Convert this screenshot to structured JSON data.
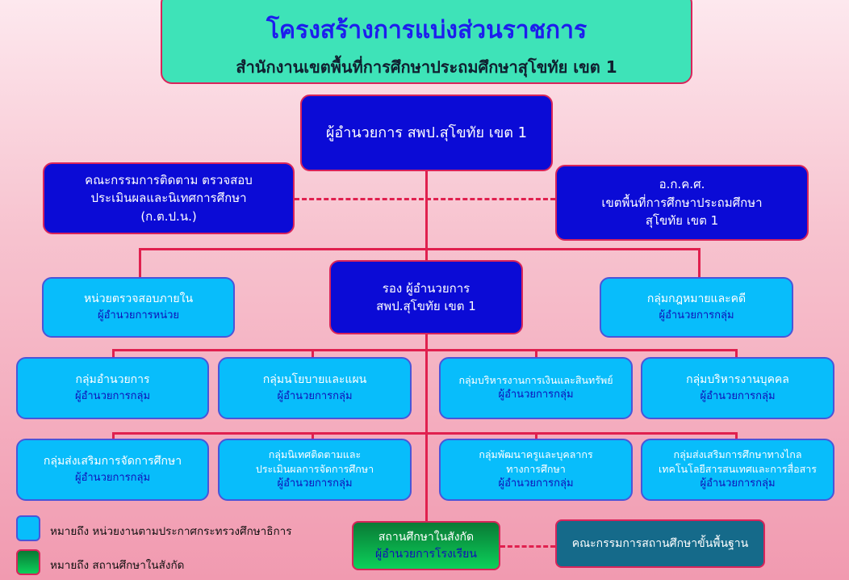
{
  "header": {
    "title": "โครงสร้างการแบ่งส่วนราชการ",
    "subtitle": "สำนักงานเขตพื้นที่การศึกษาประถมศึกษาสุโขทัย  เขต 1"
  },
  "director": "ผู้อำนวยการ สพป.สุโขทัย เขต 1",
  "committee": {
    "line1": "คณะกรรมการติดตาม ตรวจสอบ",
    "line2": "ประเมินผลและนิเทศการศึกษา",
    "line3": "(ก.ต.ป.น.)"
  },
  "okks": {
    "line1": "อ.ก.ค.ศ.",
    "line2": "เขตพื้นที่การศึกษาประถมศึกษา",
    "line3": "สุโขทัย เขต 1"
  },
  "deputy": {
    "line1": "รอง ผู้อำนวยการ",
    "line2": "สพป.สุโขทัย เขต 1"
  },
  "audit": {
    "name": "หน่วยตรวจสอบภายใน",
    "head": "ผู้อำนวยการหน่วย"
  },
  "legal": {
    "name": "กลุ่มกฎหมายและคดี",
    "head": "ผู้อำนวยการกลุ่ม"
  },
  "row1": [
    {
      "name": "กลุ่มอำนวยการ",
      "head": "ผู้อำนวยการกลุ่ม"
    },
    {
      "name": "กลุ่มนโยบายและแผน",
      "head": "ผู้อำนวยการกลุ่ม"
    },
    {
      "name": "กลุ่มบริหารงานการเงินและสินทรัพย์",
      "head": "ผู้อำนวยการกลุ่ม"
    },
    {
      "name": "กลุ่มบริหารงานบุคคล",
      "head": "ผู้อำนวยการกลุ่ม"
    }
  ],
  "row2": [
    {
      "name": "กลุ่มส่งเสริมการจัดการศึกษา",
      "name2": "",
      "head": "ผู้อำนวยการกลุ่ม"
    },
    {
      "name": "กลุ่มนิเทศติดตามและ",
      "name2": "ประเมินผลการจัดการศึกษา",
      "head": "ผู้อำนวยการกลุ่ม"
    },
    {
      "name": "กลุ่มพัฒนาครูและบุคลากร",
      "name2": "ทางการศึกษา",
      "head": "ผู้อำนวยการกลุ่ม"
    },
    {
      "name": "กลุ่มส่งเสริมการศึกษาทางไกล",
      "name2": "เทคโนโลยีสารสนเทศและการสื่อสาร",
      "head": "ผู้อำนวยการกลุ่ม"
    }
  ],
  "school": {
    "name": "สถานศึกษาในสังกัด",
    "head": "ผู้อำนวยการโรงเรียน"
  },
  "board": "คณะกรรมการสถานศึกษาขั้นพื้นฐาน",
  "legend": {
    "blue": "หมายถึง หน่วยงานตามประกาศกระทรวงศึกษาธิการ",
    "green": "หมายถึง สถานศึกษาในสังกัด"
  },
  "colors": {
    "dark": "#0b0bd6",
    "light": "#08bdfb",
    "school": "#0bb84a",
    "board": "#156a8a",
    "line": "#e0204e"
  }
}
